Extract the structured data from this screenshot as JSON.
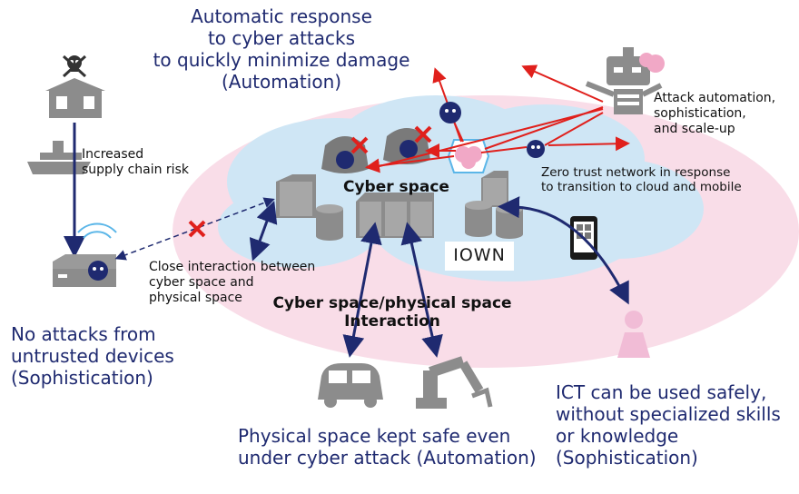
{
  "texts": {
    "automation_response": "Automatic response\nto cyber attacks\nto quickly minimize damage\n(Automation)",
    "attack_automation": "Attack automation,\nsophistication,\nand scale-up",
    "supply_chain": "Increased\nsupply chain risk",
    "zero_trust": "Zero trust network in response\nto transition to cloud and mobile",
    "cyber_space": "Cyber space",
    "iown": "IOWN",
    "close_interaction": "Close interaction between\ncyber space and\nphysical space",
    "cyber_physical": "Cyber space/physical space\nInteraction",
    "no_attacks": "No attacks from\nuntrusted devices\n(Sophistication)",
    "physical_safe": "Physical space kept safe even\nunder cyber attack (Automation)",
    "ict_safe": "ICT can be used safely,\nwithout specialized skills\nor knowledge\n(Sophistication)"
  },
  "colors": {
    "navy": "#1f2a70",
    "red_arrow": "#e0201c",
    "cloud_blue": "#cfe6f5",
    "ellipse_pink": "#f9dde8",
    "gray_icon": "#8c8c8c",
    "person_pink": "#f1bcd6"
  },
  "icons": [
    "skull-icon",
    "house-icon",
    "ship-icon",
    "router-icon",
    "virus-icon",
    "bag-icon",
    "brain-icon",
    "robot-icon",
    "server-icon",
    "database-icon",
    "smartphone-icon",
    "car-icon",
    "robot-arm-icon",
    "person-icon",
    "red-x-icon"
  ]
}
